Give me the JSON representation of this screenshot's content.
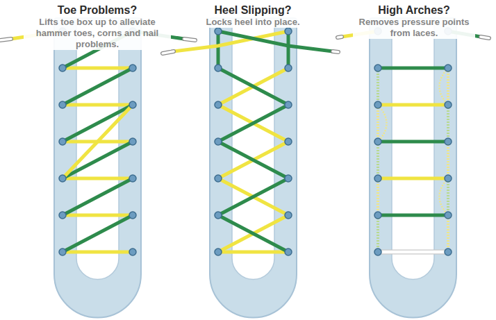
{
  "diagram": {
    "nodes": [
      {
        "text": [
          "Toe Problems?",
          "Lifts toe box up to alleviate hammer toes, corns and nail problems."
        ]
      },
      {
        "text": [
          "Heel Slipping?",
          "Locks heel into place."
        ]
      },
      {
        "text": [
          "High Arches?",
          "Removes pressure points from laces."
        ]
      }
    ]
  }
}
